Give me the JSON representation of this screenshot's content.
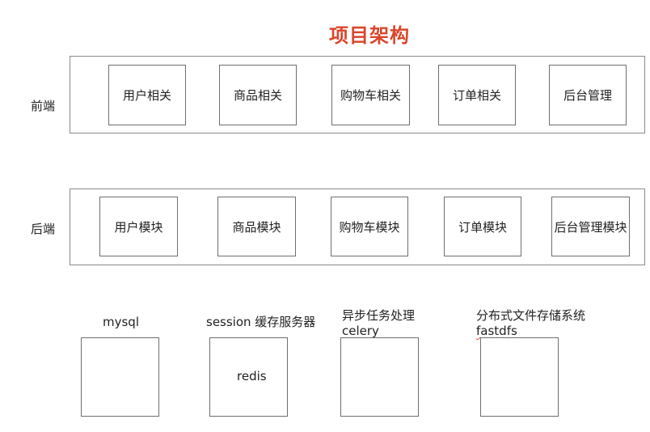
{
  "title": "项目架构",
  "frontend": {
    "label": "前端",
    "modules": [
      "用户相关",
      "商品相关",
      "购物车相关",
      "订单相关",
      "后台管理"
    ]
  },
  "backend": {
    "label": "后端",
    "modules": [
      "用户模块",
      "商品模块",
      "购物车模块",
      "订单模块",
      "后台管理模块"
    ]
  },
  "services": [
    {
      "label_line1": "mysql",
      "label_line2": "",
      "inner": ""
    },
    {
      "label_line1": "session  缓存服务器",
      "label_line2": "",
      "inner": "redis"
    },
    {
      "label_line1": "异步任务处理",
      "label_line2": "celery",
      "inner": ""
    },
    {
      "label_line1": "分布式文件存储系统",
      "label_line2": "fastdfs",
      "inner": ""
    }
  ]
}
